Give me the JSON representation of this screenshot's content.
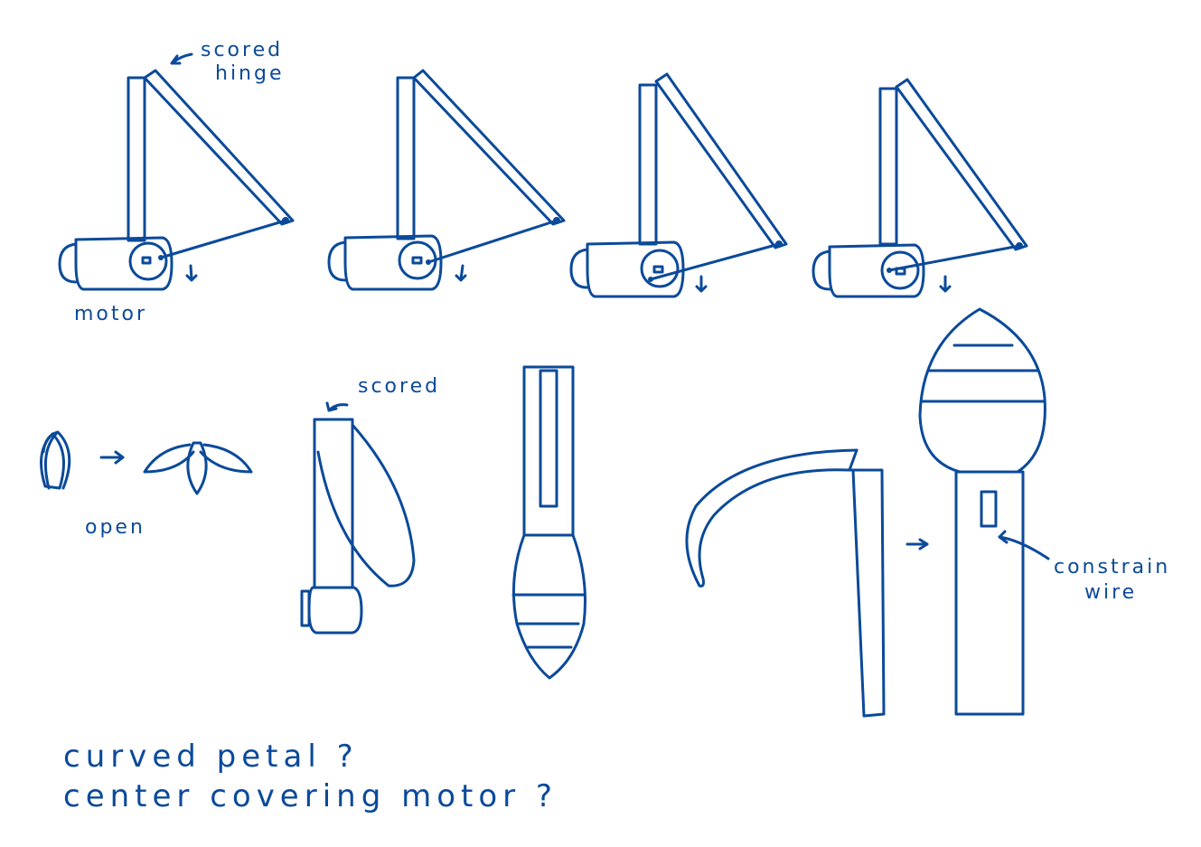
{
  "colors": {
    "ink": "#0b4a9a",
    "paper": "#ffffff"
  },
  "labels": {
    "scored_hinge_1": "scored",
    "scored_hinge_2": "hinge",
    "motor": "motor",
    "open": "open",
    "scored": "scored",
    "constrain_1": "constrain",
    "constrain_2": "wire"
  },
  "notes": {
    "line1": "curved petal ?",
    "line2": "center covering motor ?"
  }
}
